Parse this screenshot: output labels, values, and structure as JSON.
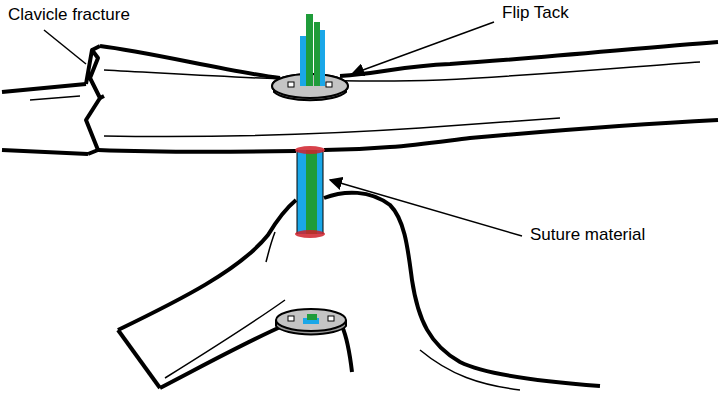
{
  "diagram": {
    "labels": [
      "Clavicle fracture",
      "Flip Tack",
      "Suture material"
    ]
  }
}
